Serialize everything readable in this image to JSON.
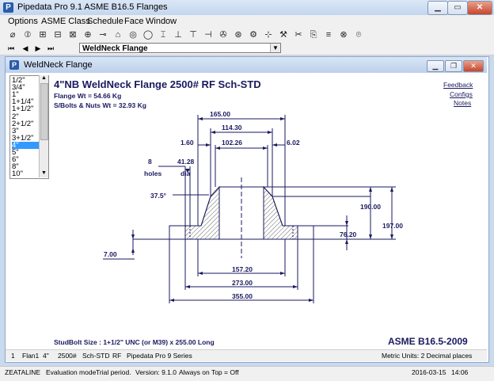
{
  "app": {
    "title": "Pipedata Pro 9.1 ASME B16.5 Flanges",
    "icon_letter": "P"
  },
  "menu": [
    "Options",
    "ASME Class",
    "Schedule",
    "Face",
    "Window"
  ],
  "toolbar_icons": [
    "pipe-icon",
    "valve-icon",
    "flange-icon",
    "fitting-icon",
    "reducer-icon",
    "elbow-icon",
    "tee-icon",
    "gasket-icon",
    "ring-icon",
    "circle-icon",
    "beam-icon",
    "column-icon",
    "structure-icon",
    "arrow-icon",
    "pump-icon",
    "motor-icon",
    "gear-icon",
    "tool-icon",
    "wrench-icon",
    "cut-icon",
    "copy-icon",
    "ruler-icon",
    "globe-icon",
    "binoculars-icon"
  ],
  "toolbar_glyphs": [
    "⌀",
    "⦶",
    "⊞",
    "⊟",
    "⊠",
    "⊕",
    "⊸",
    "⌂",
    "◎",
    "◯",
    "⌶",
    "⊥",
    "⊤",
    "⊣",
    "✇",
    "⊛",
    "⚙",
    "⊹",
    "⚒",
    "✂",
    "⎘",
    "≡",
    "⊗",
    "⌾"
  ],
  "nav": {
    "selected": "WeldNeck Flange",
    "buttons": [
      "⏮",
      "◀",
      "▶",
      "⏭"
    ]
  },
  "child": {
    "title": "WeldNeck Flange",
    "icon_letter": "P"
  },
  "sizes": [
    "1/2\"",
    "3/4\"",
    "1\"",
    "1+1/4\"",
    "1+1/2\"",
    "2\"",
    "2+1/2\"",
    "3\"",
    "3+1/2\"",
    "4\"",
    "5\"",
    "6\"",
    "8\"",
    "10\""
  ],
  "selected_size_index": 9,
  "heading": {
    "title": "4\"NB WeldNeck Flange 2500# RF Sch-STD",
    "weight": "Flange Wt =  54.66 Kg",
    "bolts": "S/Bolts & Nuts Wt =  32.93 Kg"
  },
  "links": [
    "Feedback",
    "Configs",
    "Notes"
  ],
  "dims": {
    "d165": "165.00",
    "d114": "114.30",
    "d102": "102.26",
    "d160": "1.60",
    "d602": "6.02",
    "holes_n": "8",
    "holes": "holes",
    "d4128": "41.28",
    "dia": "dia",
    "angle": "37.5°",
    "d190": "190.00",
    "d197": "197.00",
    "d7620": "76.20",
    "d700": "7.00",
    "d157": "157.20",
    "d273": "273.00",
    "d355": "355.00"
  },
  "studbolt": "StudBolt Size : 1+1/2\" UNC  (or M39)  x 255.00  Long",
  "standard": "ASME B16.5-2009",
  "child_status": {
    "items": [
      "1",
      "Flan1",
      "4\"",
      "2500#",
      "Sch-STD",
      "RF",
      "Pipedata Pro 9 Series"
    ],
    "units": "Metric Units: 2 Decimal places"
  },
  "app_status": {
    "items": [
      "ZEATALINE",
      "Evaluation mode",
      "Trial period.",
      "Version: 9.1.0",
      "Always on Top = Off"
    ],
    "date": "2016-03-15",
    "time": "14:06"
  },
  "colors": {
    "drawing": "#1a1a60",
    "hatch": "#555555",
    "selection": "#3399ff"
  }
}
